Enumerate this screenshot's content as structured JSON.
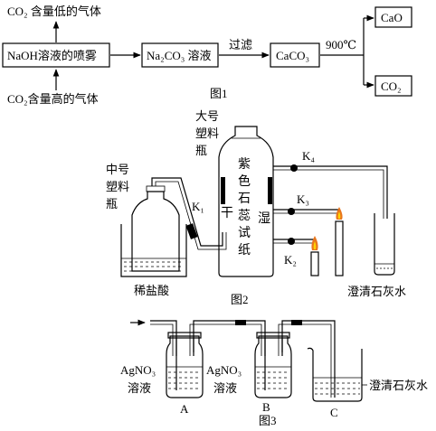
{
  "fig1": {
    "top_gas": "CO₂ 含量低的气体",
    "bottom_gas": "CO₂含量高的气体",
    "naoh": "NaOH溶液的喷雾",
    "na2co3": "Na₂CO₃ 溶液",
    "filter": "过滤",
    "caco3": "CaCO₃",
    "temp": "900℃",
    "cao": "CaO",
    "co2": "CO₂",
    "caption": "图1"
  },
  "fig2": {
    "big_bottle": [
      "大号",
      "塑料",
      "瓶"
    ],
    "mid_bottle": [
      "中号",
      "塑料",
      "瓶"
    ],
    "litmus": [
      "紫",
      "色",
      "石",
      "蕊",
      "试",
      "纸"
    ],
    "dry": "干",
    "wet": "湿",
    "k1": "K₁",
    "k2": "K₂",
    "k3": "K₃",
    "k4": "K₄",
    "acid": "稀盐酸",
    "limewater": "澄清石灰水",
    "caption": "图2"
  },
  "fig3": {
    "agno3_a": [
      "AgNO₃",
      "溶液"
    ],
    "agno3_b": [
      "AgNO₃",
      "溶液"
    ],
    "limewater": "澄清石灰水",
    "label_a": "A",
    "label_b": "B",
    "label_c": "C",
    "caption": "图3"
  }
}
